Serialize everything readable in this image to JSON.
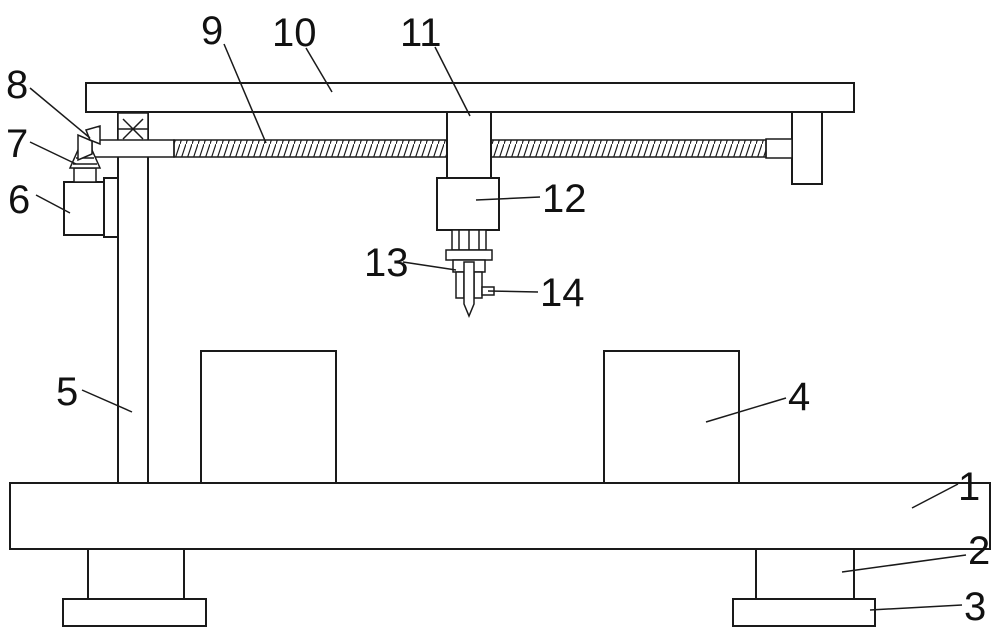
{
  "figure": {
    "labels": [
      {
        "id": "1",
        "text": "1"
      },
      {
        "id": "2",
        "text": "2"
      },
      {
        "id": "3",
        "text": "3"
      },
      {
        "id": "4",
        "text": "4"
      },
      {
        "id": "5",
        "text": "5"
      },
      {
        "id": "6",
        "text": "6"
      },
      {
        "id": "7",
        "text": "7"
      },
      {
        "id": "8",
        "text": "8"
      },
      {
        "id": "9",
        "text": "9"
      },
      {
        "id": "10",
        "text": "10"
      },
      {
        "id": "11",
        "text": "11"
      },
      {
        "id": "12",
        "text": "12"
      },
      {
        "id": "13",
        "text": "13"
      },
      {
        "id": "14",
        "text": "14"
      }
    ]
  }
}
